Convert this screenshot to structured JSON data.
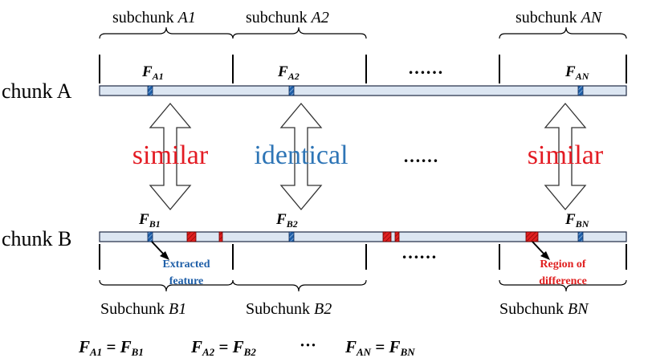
{
  "colors": {
    "feature": "#1f5fa8",
    "difference": "#e02020",
    "similar_text": "#e31b23",
    "identical_text": "#2e75b6",
    "bar_fill": "#dce6f2"
  },
  "chunk_a": {
    "label": "chunk A",
    "subchunks": [
      {
        "prefix": "subchunk ",
        "name": "A1"
      },
      {
        "prefix": "subchunk ",
        "name": "A2"
      },
      {
        "prefix": "subchunk ",
        "name": "AN"
      }
    ],
    "features": [
      {
        "base": "F",
        "sub": "A1"
      },
      {
        "base": "F",
        "sub": "A2"
      },
      {
        "base": "F",
        "sub": "AN"
      }
    ],
    "ellipsis": "……"
  },
  "relations": [
    {
      "text": "similar",
      "kind": "similar"
    },
    {
      "text": "identical",
      "kind": "identical"
    },
    {
      "text": "similar",
      "kind": "similar"
    }
  ],
  "relations_ellipsis": "……",
  "chunk_b": {
    "label": "chunk B",
    "subchunks": [
      {
        "prefix": "Subchunk ",
        "name": "B1"
      },
      {
        "prefix": "Subchunk ",
        "name": "B2"
      },
      {
        "prefix": "Subchunk ",
        "name": "BN"
      }
    ],
    "features": [
      {
        "base": "F",
        "sub": "B1"
      },
      {
        "base": "F",
        "sub": "B2"
      },
      {
        "base": "F",
        "sub": "BN"
      }
    ],
    "ellipsis": "……"
  },
  "callouts": {
    "extracted_feature": [
      "Extracted",
      "feature"
    ],
    "region_of_difference": [
      "Region of",
      "difference"
    ]
  },
  "equations": [
    {
      "lhs": "A1",
      "rhs": "B1"
    },
    {
      "lhs": "A2",
      "rhs": "B2"
    },
    {
      "lhs": "AN",
      "rhs": "BN"
    }
  ],
  "equations_ellipsis": "···",
  "equation_base": "F",
  "equation_sign": " = "
}
